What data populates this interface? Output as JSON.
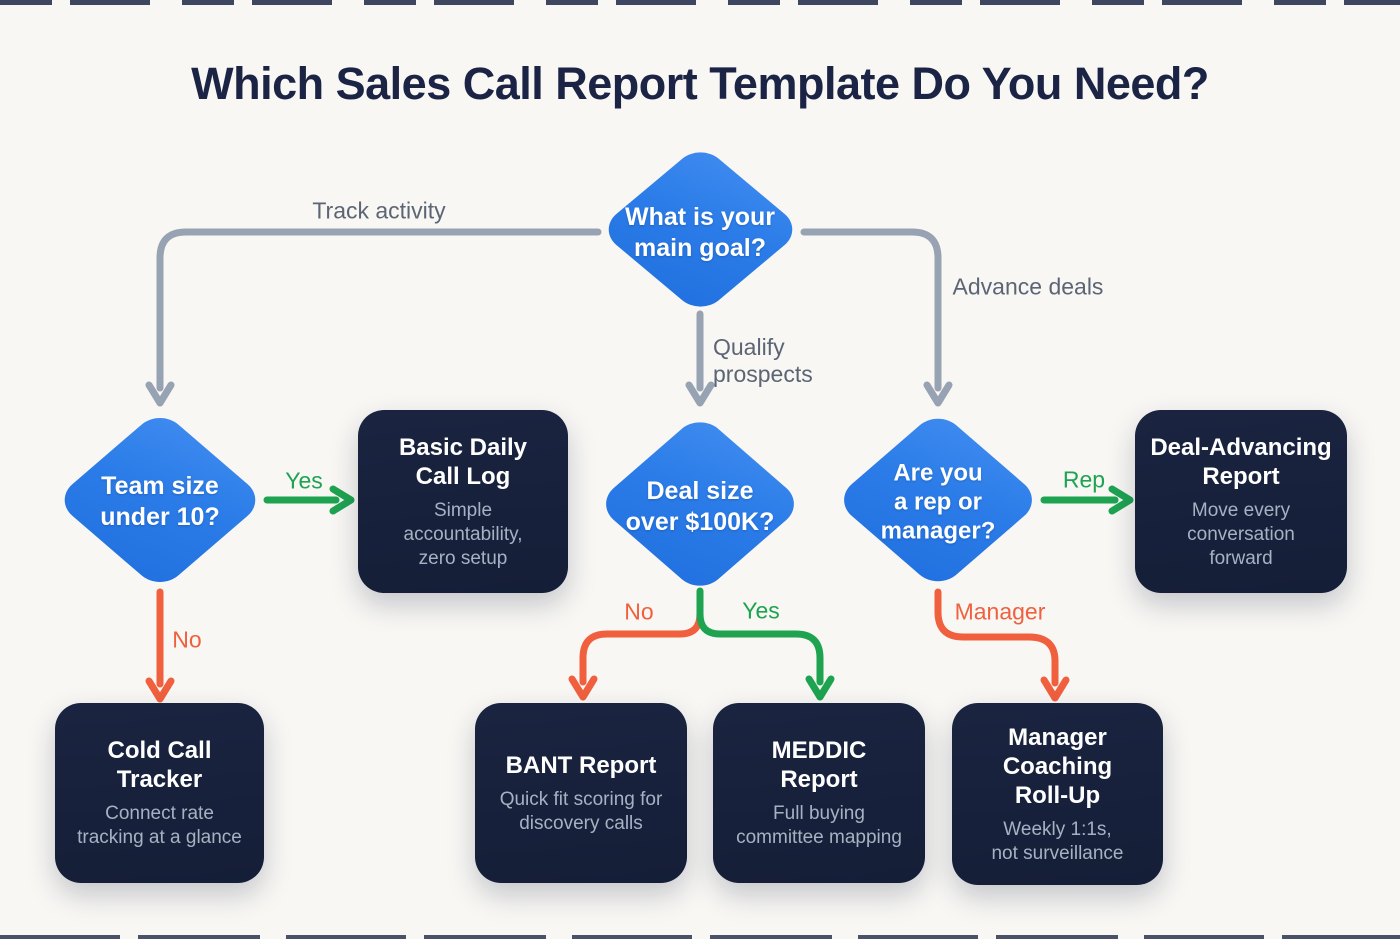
{
  "title": "Which Sales Call Report Template Do You Need?",
  "colors": {
    "background": "#f8f7f4",
    "title_text": "#1b2444",
    "diamond_blue": "#2b7ce8",
    "outcome_navy": "#16203a",
    "outcome_subtitle": "#a8b1c2",
    "connector_gray": "#97a2b2",
    "branch_green": "#1ea351",
    "branch_red": "#f0603e",
    "edge_label_gray": "#5c6574"
  },
  "decisions": {
    "main_goal": {
      "lines": [
        "What is your",
        "main goal?"
      ]
    },
    "team_size": {
      "lines": [
        "Team size",
        "under 10?"
      ]
    },
    "deal_size": {
      "lines": [
        "Deal size",
        "over $100K?"
      ]
    },
    "rep_or_manager": {
      "lines": [
        "Are you",
        "a rep or",
        "manager?"
      ]
    }
  },
  "outcomes": {
    "basic_daily": {
      "title_lines": [
        "Basic Daily",
        "Call Log"
      ],
      "subtitle_lines": [
        "Simple",
        "accountability,",
        "zero setup"
      ]
    },
    "deal_advancing": {
      "title_lines": [
        "Deal-Advancing",
        "Report"
      ],
      "subtitle_lines": [
        "Move every",
        "conversation",
        "forward"
      ]
    },
    "cold_call": {
      "title_lines": [
        "Cold Call",
        "Tracker"
      ],
      "subtitle_lines": [
        "Connect rate",
        "tracking at a glance"
      ]
    },
    "bant": {
      "title_lines": [
        "BANT Report"
      ],
      "subtitle_lines": [
        "Quick fit scoring for",
        "discovery calls"
      ]
    },
    "meddic": {
      "title_lines": [
        "MEDDIC",
        "Report"
      ],
      "subtitle_lines": [
        "Full buying",
        "committee mapping"
      ]
    },
    "manager_rollup": {
      "title_lines": [
        "Manager",
        "Coaching",
        "Roll-Up"
      ],
      "subtitle_lines": [
        "Weekly 1:1s,",
        "not surveillance"
      ]
    }
  },
  "edge_labels": {
    "track_activity": "Track activity",
    "qualify_prospects_lines": [
      "Qualify",
      "prospects"
    ],
    "advance_deals": "Advance deals",
    "yes_left": "Yes",
    "no_left": "No",
    "no_mid": "No",
    "yes_mid": "Yes",
    "rep": "Rep",
    "manager": "Manager"
  }
}
